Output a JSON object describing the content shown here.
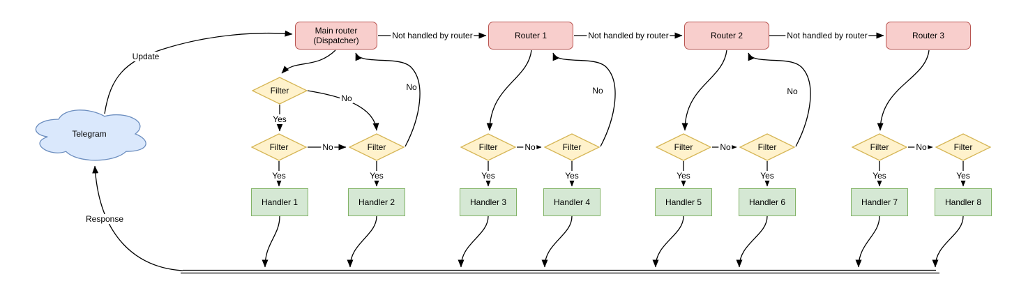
{
  "diagram": {
    "telegram": "Telegram",
    "dispatcher_line1": "Main router",
    "dispatcher_line2": "(Dispatcher)",
    "routers": [
      "Router 1",
      "Router 2",
      "Router 3"
    ],
    "filter": "Filter",
    "handlers": [
      "Handler 1",
      "Handler 2",
      "Handler 3",
      "Handler 4",
      "Handler 5",
      "Handler 6",
      "Handler 7",
      "Handler 8"
    ],
    "labels": {
      "update": "Update",
      "response": "Response",
      "not_handled": "Not handled by router",
      "yes": "Yes",
      "no": "No"
    },
    "colors": {
      "router_fill": "#f8cecc",
      "router_stroke": "#b85450",
      "filter_fill": "#fff2cc",
      "filter_stroke": "#d6b656",
      "handler_fill": "#d5e8d4",
      "handler_stroke": "#82b366",
      "cloud_fill": "#dae8fc",
      "cloud_stroke": "#6c8ebf",
      "connector": "#000000"
    }
  }
}
